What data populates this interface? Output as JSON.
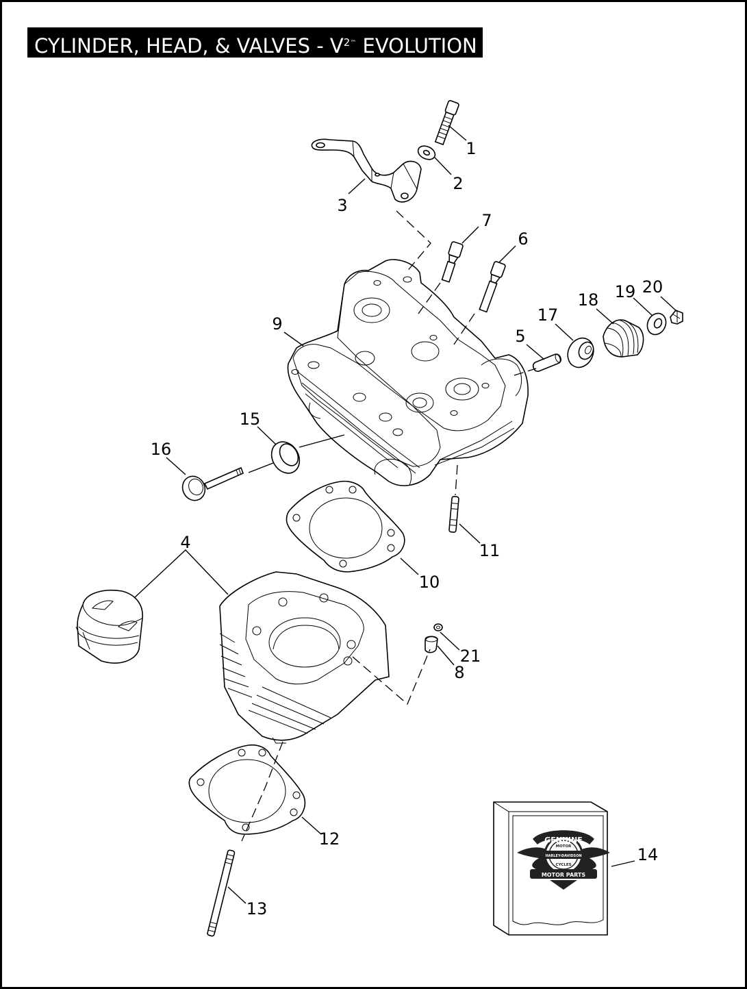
{
  "title": {
    "prefix": "CYLINDER, HEAD, & VALVES - V",
    "sup": "2",
    "tm": "™",
    "suffix": " EVOLUTION"
  },
  "callouts": [
    "1",
    "2",
    "3",
    "4",
    "5",
    "6",
    "7",
    "8",
    "9",
    "10",
    "11",
    "12",
    "13",
    "14",
    "15",
    "16",
    "17",
    "18",
    "19",
    "20",
    "21"
  ],
  "logo": {
    "top": "GENUINE",
    "ring_top": "MOTOR",
    "center": "HARLEY-DAVIDSON",
    "ring_bottom": "CYCLES",
    "bottom": "MOTOR PARTS"
  }
}
